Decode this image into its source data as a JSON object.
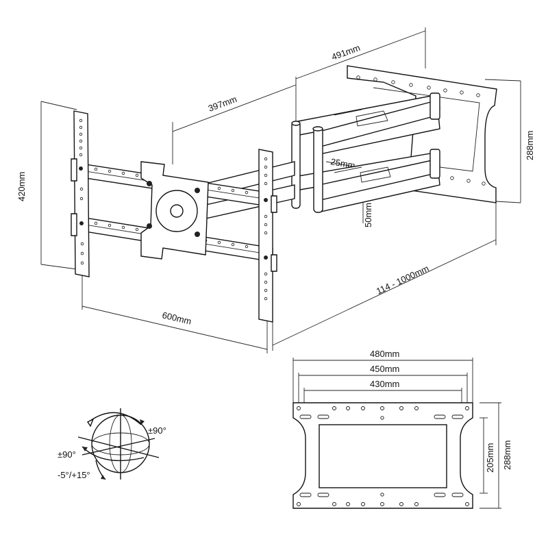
{
  "dimensions": {
    "wall_depth_max": "491mm",
    "arm_length": "397mm",
    "bracket_height_left": "420mm",
    "wall_plate_height": "288mm",
    "arm_thickness": "25mm",
    "arm_spacing": "50mm",
    "tv_width": "600mm",
    "extension_range": "114 - 1000mm"
  },
  "wall_plate_detail": {
    "width_outer": "480mm",
    "width_middle": "450mm",
    "width_inner": "430mm",
    "height_inner": "205mm",
    "height_outer": "288mm"
  },
  "rotation": {
    "swivel": "±90°",
    "rotate": "±90°",
    "tilt": "-5°/+15°"
  }
}
